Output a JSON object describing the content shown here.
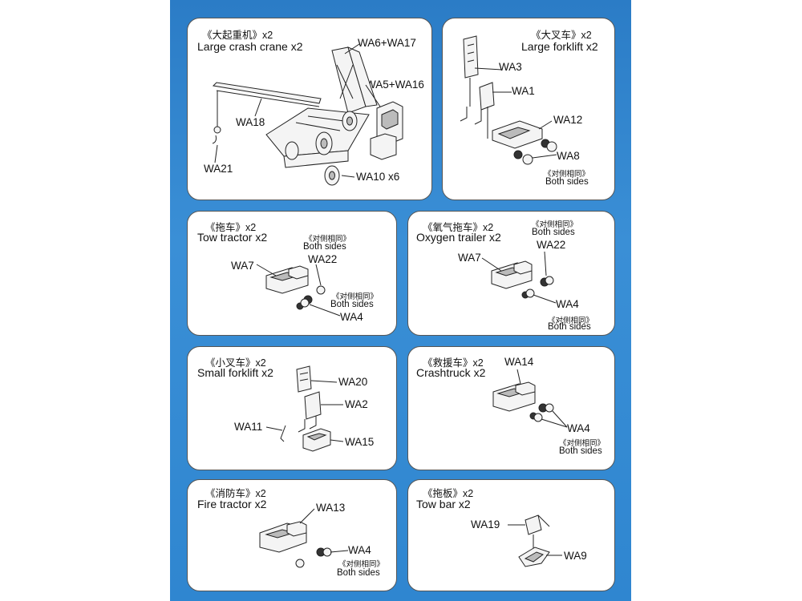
{
  "panels": {
    "crane": {
      "title_cn": "《大起重机》x2",
      "title_en": "Large crash crane x2",
      "parts": [
        "WA6+WA17",
        "WA5+WA16",
        "WA18",
        "WA21",
        "WA10 x6"
      ]
    },
    "large_forklift": {
      "title_cn": "《大叉车》x2",
      "title_en": "Large forklift x2",
      "parts": [
        "WA3",
        "WA1",
        "WA12",
        "WA8"
      ],
      "note_cn": "《对侧相同》",
      "note_en": "Both sides"
    },
    "tow_tractor": {
      "title_cn": "《拖车》x2",
      "title_en": "Tow tractor x2",
      "parts": [
        "WA7",
        "WA22",
        "WA4"
      ],
      "note1_cn": "《对侧相同》",
      "note1_en": "Both sides",
      "note2_cn": "《对侧相同》",
      "note2_en": "Both sides"
    },
    "oxygen_trailer": {
      "title_cn": "《氧气拖车》x2",
      "title_en": "Oxygen trailer x2",
      "parts": [
        "WA7",
        "WA22",
        "WA4"
      ],
      "note1_cn": "《对侧相同》",
      "note1_en": "Both sides",
      "note2_cn": "《对侧相同》",
      "note2_en": "Both sides"
    },
    "small_forklift": {
      "title_cn": "《小叉车》x2",
      "title_en": "Small forklift x2",
      "parts": [
        "WA20",
        "WA2",
        "WA11",
        "WA15"
      ]
    },
    "crashtruck": {
      "title_cn": "《救援车》x2",
      "title_en": "Crashtruck x2",
      "parts": [
        "WA14",
        "WA4"
      ],
      "note_cn": "《对侧相同》",
      "note_en": "Both sides"
    },
    "fire_tractor": {
      "title_cn": "《消防车》x2",
      "title_en": "Fire tractor x2",
      "parts": [
        "WA13",
        "WA4"
      ],
      "note_cn": "《对侧相同》",
      "note_en": "Both sides"
    },
    "tow_bar": {
      "title_cn": "《拖板》x2",
      "title_en": "Tow bar x2",
      "parts": [
        "WA19",
        "WA9"
      ]
    }
  },
  "colors": {
    "background_strip": "#2f86d0",
    "panel_border": "#555555"
  }
}
